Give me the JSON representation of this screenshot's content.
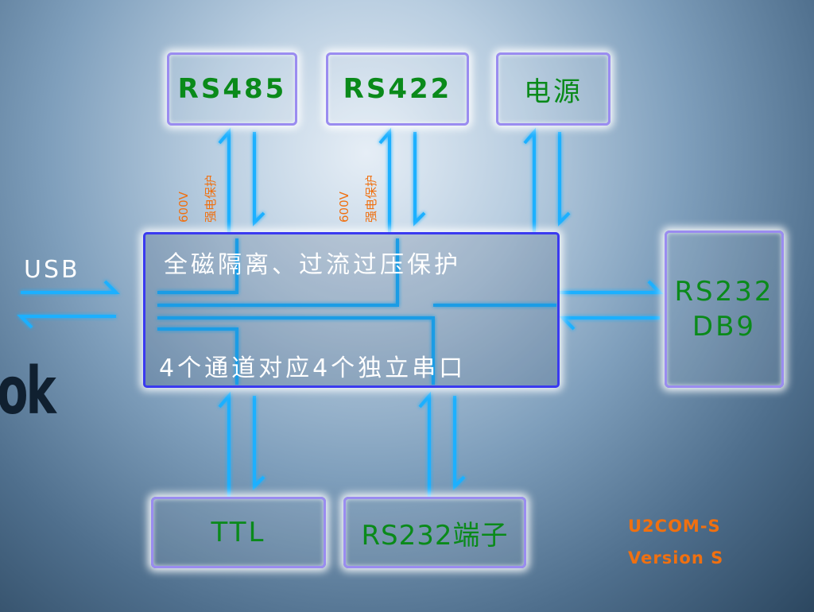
{
  "boxes": {
    "rs485": "RS485",
    "rs422": "RS422",
    "power": "电源",
    "rs232_db9_line1": "RS232",
    "rs232_db9_line2": "DB9",
    "ttl": "TTL",
    "rs232_terminal": "RS232端子"
  },
  "main": {
    "line1": "全磁隔离、过流过压保护",
    "line2": "4个通道对应4个独立串口"
  },
  "labels": {
    "voltage": "600V",
    "protection": "强电保护"
  },
  "usb": "USB",
  "logo_fragment": "ok",
  "model": {
    "name": "U2COM-S",
    "version": "Version S"
  },
  "colors": {
    "line": "#1ab0ff",
    "box_text": "#0a8a1a",
    "label": "#f07010"
  }
}
